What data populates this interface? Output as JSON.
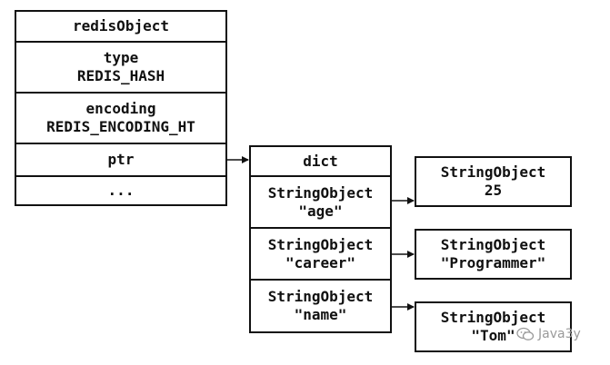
{
  "redis_object": {
    "header": "redisObject",
    "type_label": "type",
    "type_value": "REDIS_HASH",
    "encoding_label": "encoding",
    "encoding_value": "REDIS_ENCODING_HT",
    "ptr_label": "ptr",
    "more_label": "..."
  },
  "dict": {
    "header": "dict",
    "keys": [
      {
        "type": "StringObject",
        "value": "\"age\""
      },
      {
        "type": "StringObject",
        "value": "\"career\""
      },
      {
        "type": "StringObject",
        "value": "\"name\""
      }
    ]
  },
  "values": [
    {
      "type": "StringObject",
      "value": "25"
    },
    {
      "type": "StringObject",
      "value": "\"Programmer\""
    },
    {
      "type": "StringObject",
      "value": "\"Tom\""
    }
  ],
  "watermark": {
    "text": "Java3y",
    "icon": "wechat-icon"
  }
}
